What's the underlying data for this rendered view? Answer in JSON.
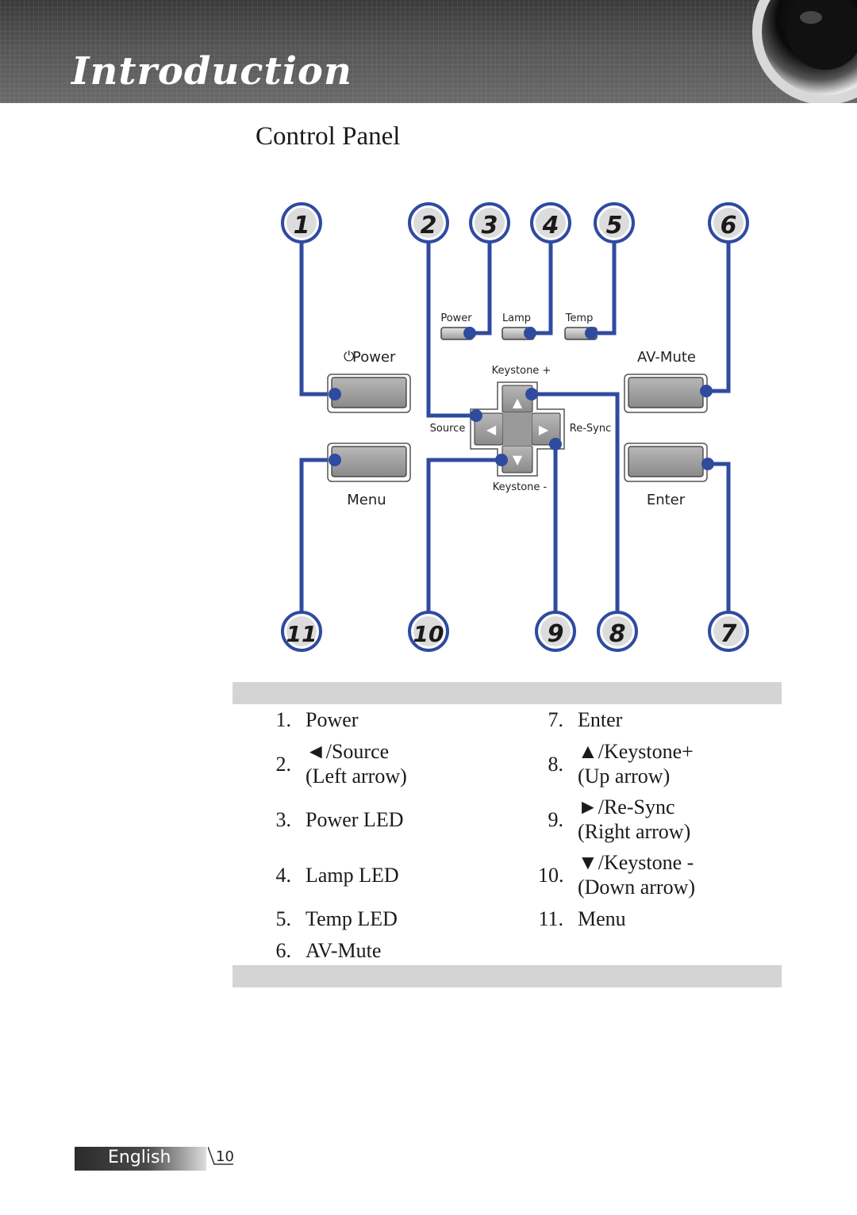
{
  "header": {
    "title": "Introduction"
  },
  "section": {
    "title": "Control Panel"
  },
  "diagram": {
    "callouts_top": [
      "1",
      "2",
      "3",
      "4",
      "5",
      "6"
    ],
    "callouts_bottom": [
      "11",
      "10",
      "9",
      "8",
      "7"
    ],
    "leds": [
      "Power",
      "Lamp",
      "Temp"
    ],
    "button_labels": {
      "power": "Power",
      "power_symbol": "⏻",
      "av_mute": "AV-Mute",
      "menu": "Menu",
      "enter": "Enter",
      "keystone_up": "Keystone +",
      "keystone_down": "Keystone -",
      "source": "Source",
      "resync": "Re-Sync"
    },
    "arrows": {
      "up": "▲",
      "down": "▼",
      "left": "◀",
      "right": "▶"
    },
    "colors": {
      "callout": "#2f4ba0",
      "line": "#2f4ba0"
    }
  },
  "legend": {
    "left": [
      {
        "num": "1.",
        "lines": [
          "Power"
        ]
      },
      {
        "num": "2.",
        "lines": [
          "◄/Source",
          "(Left arrow)"
        ]
      },
      {
        "num": "3.",
        "lines": [
          "Power LED"
        ]
      },
      {
        "num": "4.",
        "lines": [
          "Lamp LED"
        ]
      },
      {
        "num": "5.",
        "lines": [
          "Temp LED"
        ]
      },
      {
        "num": "6.",
        "lines": [
          "AV-Mute"
        ]
      }
    ],
    "right": [
      {
        "num": "7.",
        "lines": [
          "Enter"
        ]
      },
      {
        "num": "8.",
        "lines": [
          "▲/Keystone+",
          "(Up arrow)"
        ]
      },
      {
        "num": "9.",
        "lines": [
          "►/Re-Sync",
          "(Right arrow)"
        ]
      },
      {
        "num": "10.",
        "lines": [
          "▼/Keystone -",
          "(Down arrow)"
        ]
      },
      {
        "num": "11.",
        "lines": [
          "Menu"
        ]
      }
    ]
  },
  "footer": {
    "language": "English",
    "page": "10"
  }
}
